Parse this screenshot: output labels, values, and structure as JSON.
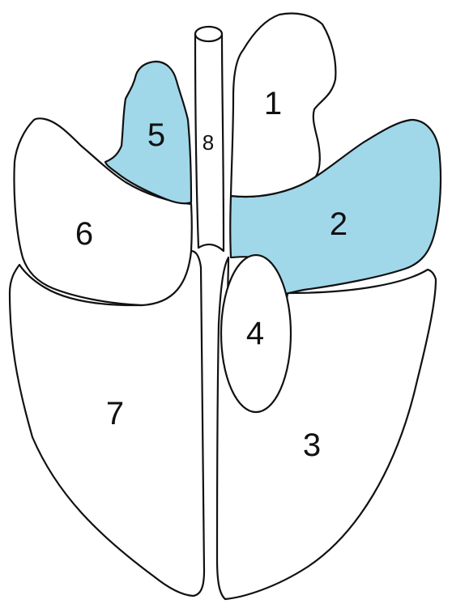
{
  "colors": {
    "highlight": "#a0d8ea",
    "plain": "#ffffff",
    "outline": "#111111"
  },
  "regions": [
    {
      "id": "1",
      "label": "1",
      "highlighted": false
    },
    {
      "id": "2",
      "label": "2",
      "highlighted": true
    },
    {
      "id": "3",
      "label": "3",
      "highlighted": false
    },
    {
      "id": "4",
      "label": "4",
      "highlighted": false
    },
    {
      "id": "5",
      "label": "5",
      "highlighted": true
    },
    {
      "id": "6",
      "label": "6",
      "highlighted": false
    },
    {
      "id": "7",
      "label": "7",
      "highlighted": false
    },
    {
      "id": "8",
      "label": "8",
      "highlighted": false
    }
  ]
}
